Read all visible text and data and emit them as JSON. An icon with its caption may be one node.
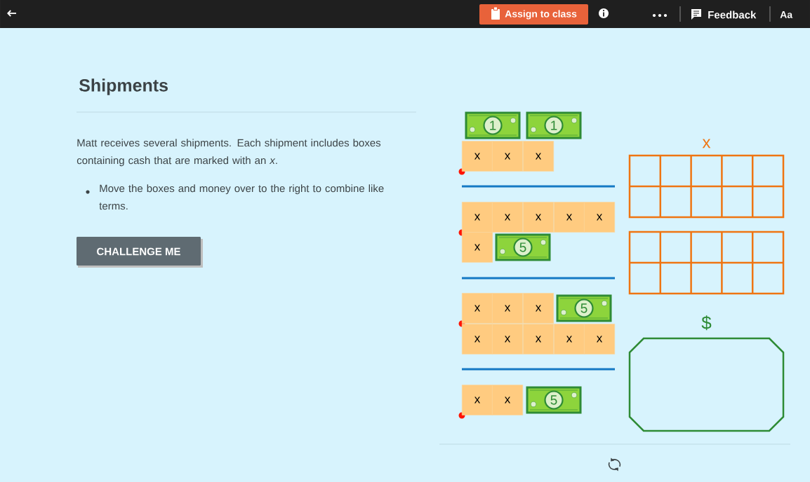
{
  "diagram": {
    "title": "Shipments",
    "nodes": [
      {
        "text": [
          "1"
        ]
      },
      {
        "text": [
          "1"
        ]
      },
      {
        "text": [
          "x"
        ]
      },
      {
        "text": [
          "x"
        ]
      },
      {
        "text": [
          "x"
        ]
      },
      {
        "text": [
          "x"
        ]
      },
      {
        "text": [
          "x"
        ]
      },
      {
        "text": [
          "x"
        ]
      },
      {
        "text": [
          "x"
        ]
      },
      {
        "text": [
          "x"
        ]
      },
      {
        "text": [
          "x"
        ]
      },
      {
        "text": [
          "5"
        ]
      },
      {
        "text": [
          "x"
        ]
      },
      {
        "text": [
          "x"
        ]
      },
      {
        "text": [
          "x"
        ]
      },
      {
        "text": [
          "5"
        ]
      },
      {
        "text": [
          "x"
        ]
      },
      {
        "text": [
          "x"
        ]
      },
      {
        "text": [
          "x"
        ]
      },
      {
        "text": [
          "x"
        ]
      },
      {
        "text": [
          "x"
        ]
      },
      {
        "text": [
          "x"
        ]
      },
      {
        "text": [
          "x"
        ]
      },
      {
        "text": [
          "5"
        ]
      },
      {
        "text": [
          "x"
        ]
      },
      {
        "text": [],
        "shape": "box"
      },
      {
        "text": [
          "$"
        ]
      }
    ],
    "labels": [
      "Assign to class",
      "Feedback",
      "Aa",
      "Matt receives several shipments.  Each shipment includes boxes containing cash that are marked with an *x*.",
      "Move the boxes and money over to the right to combine like terms.",
      "CHALLENGE ME"
    ]
  }
}
